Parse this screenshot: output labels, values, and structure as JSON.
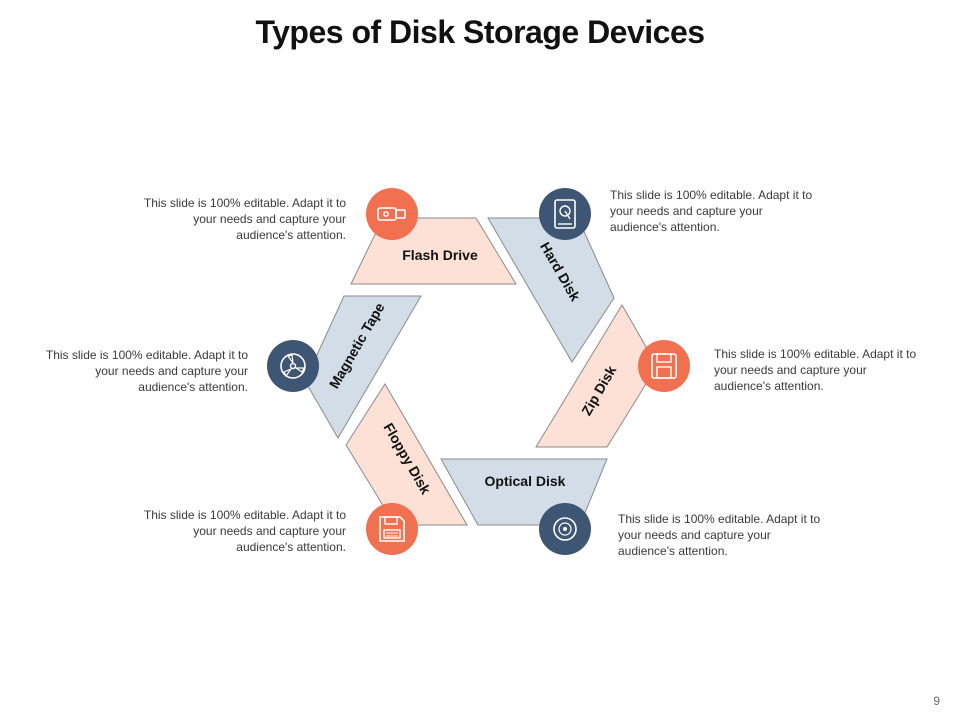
{
  "title": "Types of Disk Storage Devices",
  "page_number": "9",
  "colors": {
    "orange": "#f07050",
    "navy": "#3e5673",
    "peach_fill": "#fde0d6",
    "blue_fill": "#d3dde7",
    "stroke": "#8a8a8a"
  },
  "segments": [
    {
      "label": "Flash Drive",
      "icon": "usb-flash-drive-icon",
      "description": "This slide is 100% editable. Adapt it to your needs and capture your audience's attention."
    },
    {
      "label": "Hard Disk",
      "icon": "hard-disk-icon",
      "description": "This slide is 100% editable. Adapt it to your needs and capture your audience's attention."
    },
    {
      "label": "Zip Disk",
      "icon": "zip-disk-icon",
      "description": "This slide is 100% editable. Adapt it to your needs and capture your audience's attention."
    },
    {
      "label": "Optical Disk",
      "icon": "optical-disc-icon",
      "description": "This slide is 100% editable. Adapt it to your needs and capture your audience's attention."
    },
    {
      "label": "Floppy Disk",
      "icon": "floppy-disk-icon",
      "description": "This slide is 100% editable. Adapt it to your needs and capture your audience's attention."
    },
    {
      "label": "Magnetic Tape",
      "icon": "magnetic-tape-icon",
      "description": "This slide is 100% editable. Adapt it to your needs and capture your audience's attention."
    }
  ]
}
